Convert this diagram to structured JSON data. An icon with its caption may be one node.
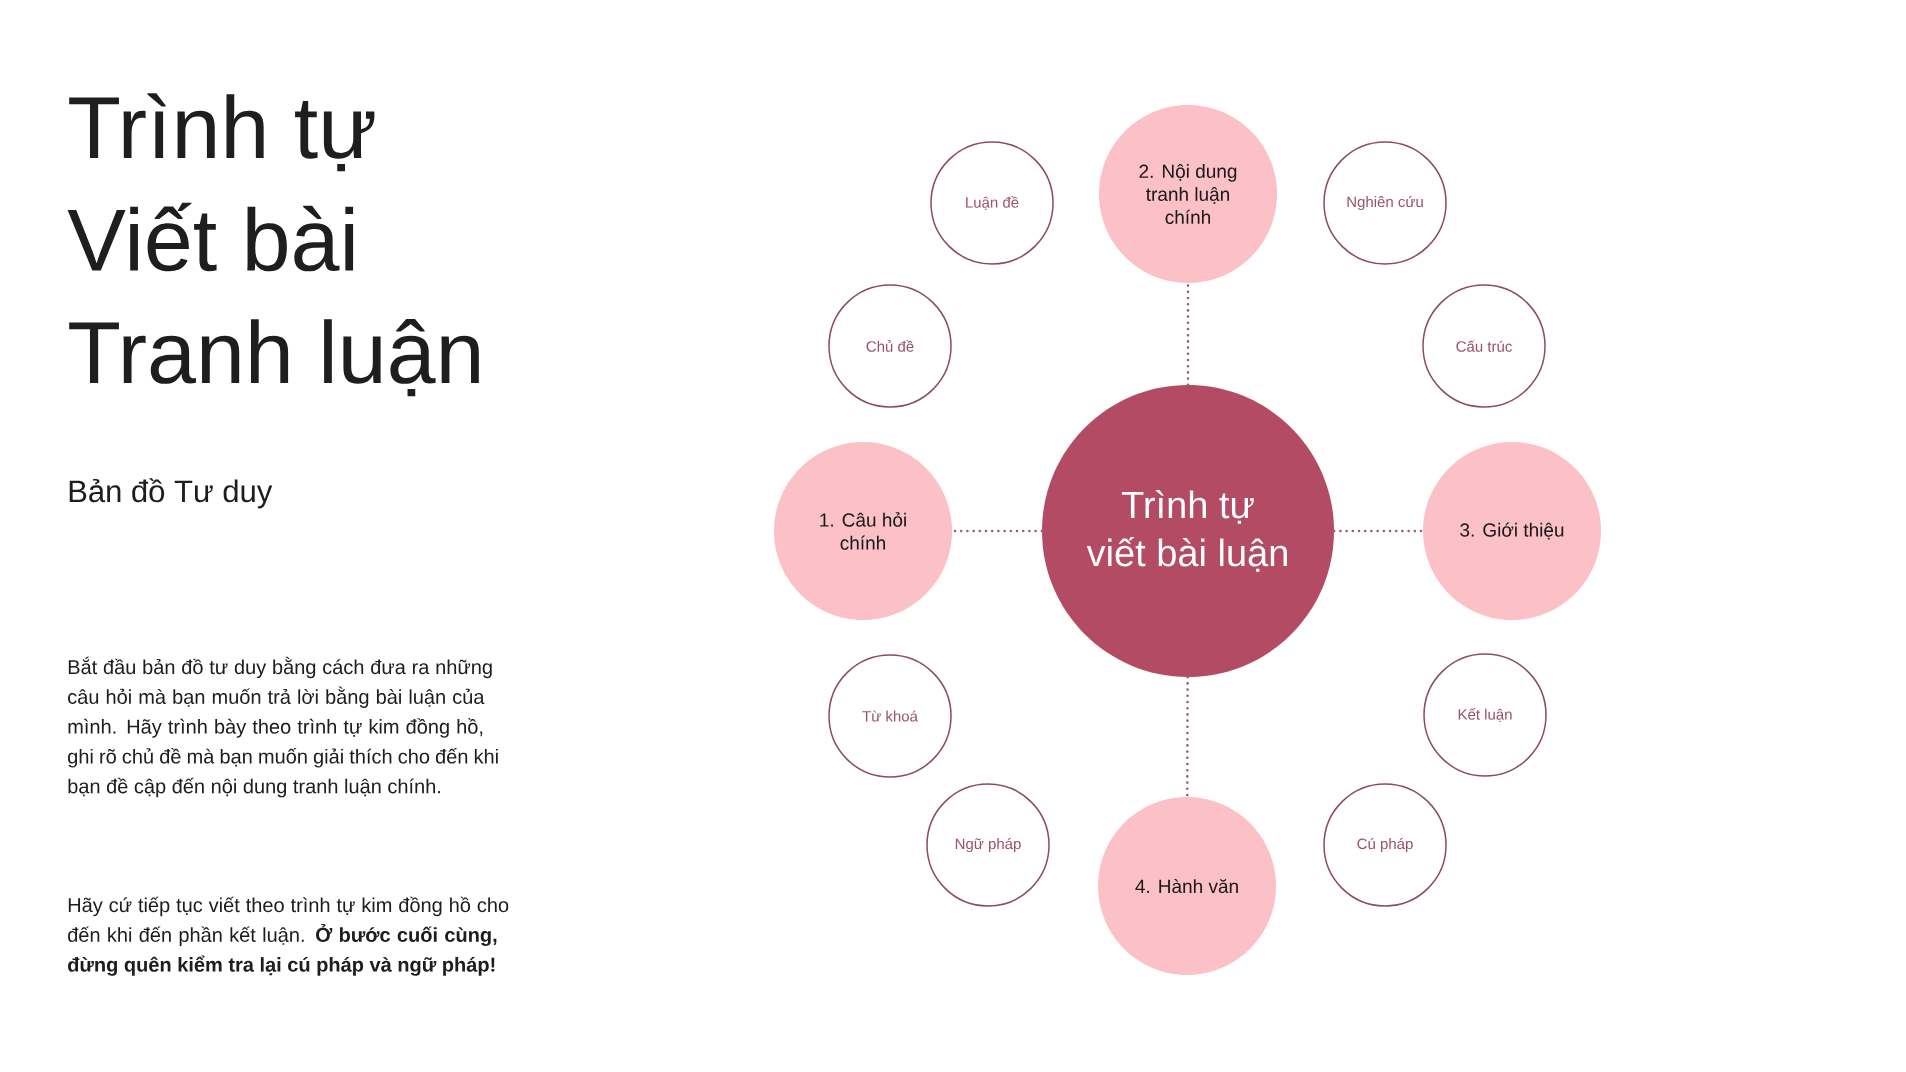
{
  "diagram": {
    "title": "Trình tự Viết bài Tranh luận",
    "nodes": [
      {
        "text": [
          "Trình tự viết bài luận"
        ]
      },
      {
        "text": [
          "1. Câu hỏi chính"
        ]
      },
      {
        "text": [
          "2. Nội dung tranh luận chính"
        ]
      },
      {
        "text": [
          "3. Giới thiệu"
        ]
      },
      {
        "text": [
          "4. Hành văn"
        ]
      },
      {
        "text": [
          "Luận đề"
        ]
      },
      {
        "text": [
          "Nghiên cứu"
        ]
      },
      {
        "text": [
          "Chủ đề"
        ]
      },
      {
        "text": [
          "Cấu trúc"
        ]
      },
      {
        "text": [
          "Từ khoá"
        ]
      },
      {
        "text": [
          "Kết luận"
        ]
      },
      {
        "text": [
          "Ngữ pháp"
        ]
      },
      {
        "text": [
          "Cú pháp"
        ]
      }
    ],
    "edges": [
      {
        "from": 0,
        "to": 1,
        "arrow": "none"
      },
      {
        "from": 0,
        "to": 2,
        "arrow": "none"
      },
      {
        "from": 0,
        "to": 3,
        "arrow": "none"
      },
      {
        "from": 0,
        "to": 4,
        "arrow": "none"
      }
    ],
    "labels": [
      "Bản đồ Tư duy",
      "Bắt đầu bản đồ tư duy bằng cách đưa ra những câu hỏi mà bạn muốn trả lời bằng bài luận của mình. Hãy trình bày theo trình tự kim đồng hồ, ghi rõ chủ đề mà bạn muốn giải thích cho đến khi bạn đề cập đến nội dung tranh luận chính.",
      "Hãy cứ tiếp tục viết theo trình tự kim đồng hồ cho đến khi đến phần kết luận. **Ở bước cuối cùng, đừng quên kiểm tra lại cú pháp và ngữ pháp!**"
    ]
  }
}
